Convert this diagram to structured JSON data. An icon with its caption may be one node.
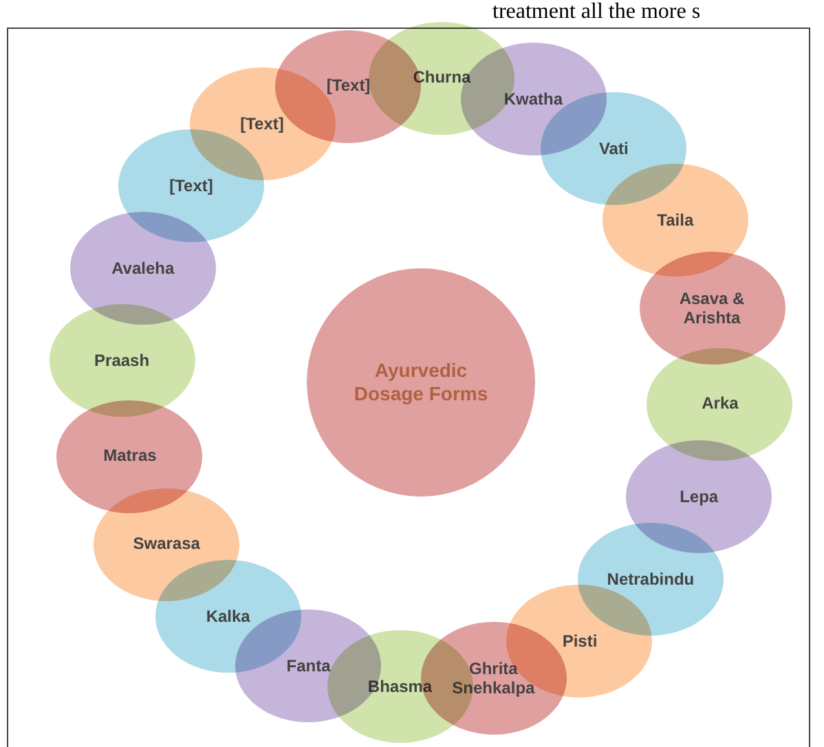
{
  "diagram": {
    "nodes": [
      {
        "text": [
          "Ayurvedic Dosage Forms"
        ]
      },
      {
        "text": [
          "Churna"
        ]
      },
      {
        "text": [
          "Kwatha"
        ]
      },
      {
        "text": [
          "Vati"
        ]
      },
      {
        "text": [
          "Taila"
        ]
      },
      {
        "text": [
          "Asava & Arishta"
        ]
      },
      {
        "text": [
          "Arka"
        ]
      },
      {
        "text": [
          "Lepa"
        ]
      },
      {
        "text": [
          "Netrabindu"
        ]
      },
      {
        "text": [
          "Pisti"
        ]
      },
      {
        "text": [
          "Ghrita Snehkalpa"
        ]
      },
      {
        "text": [
          "Bhasma"
        ]
      },
      {
        "text": [
          "Fanta"
        ]
      },
      {
        "text": [
          "Kalka"
        ]
      },
      {
        "text": [
          "Swarasa"
        ]
      },
      {
        "text": [
          "Matras"
        ]
      },
      {
        "text": [
          "Praash"
        ]
      },
      {
        "text": [
          "Avaleha"
        ]
      },
      {
        "text": [
          "[Text]"
        ]
      },
      {
        "text": [
          "[Text]"
        ]
      },
      {
        "text": [
          "[Text]"
        ]
      }
    ],
    "edges": [],
    "labels": [
      "treatment all the more s"
    ]
  }
}
